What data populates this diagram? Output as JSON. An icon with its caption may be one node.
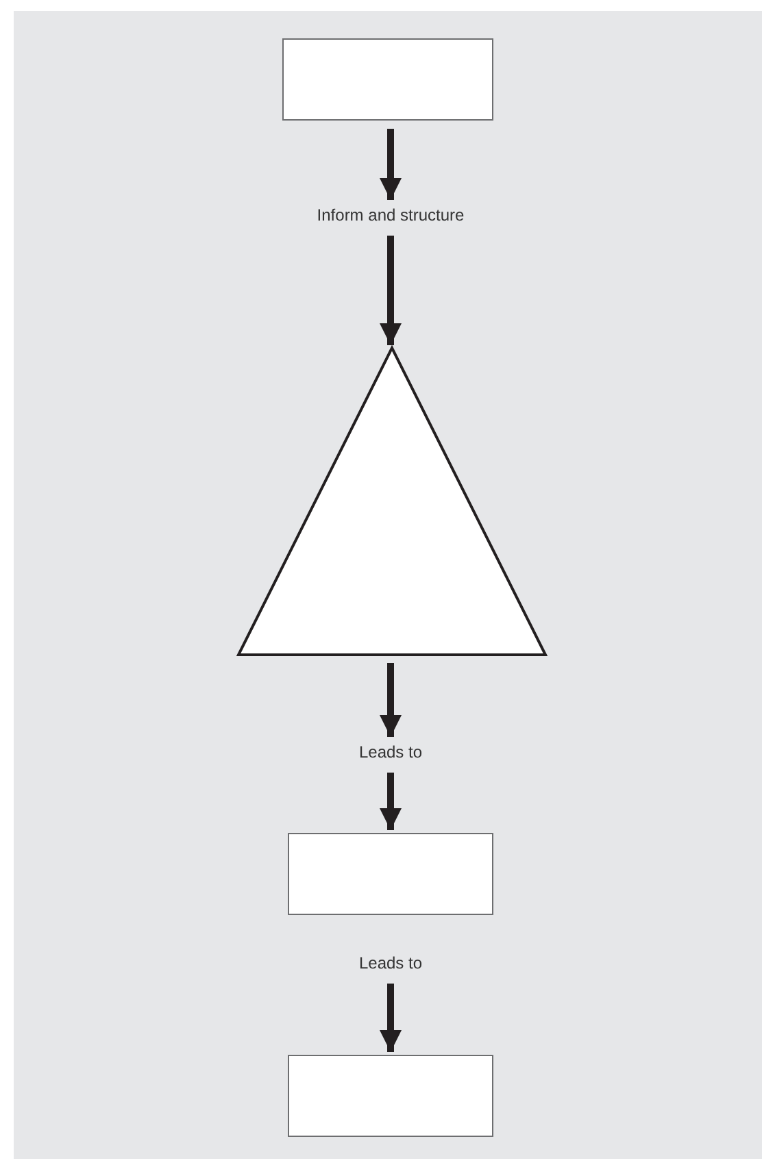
{
  "diagram": {
    "nodes": [
      {
        "text": [],
        "shape": "box"
      },
      {
        "text": [
          "Inform and structure"
        ]
      },
      {
        "text": [],
        "shape": "triangle"
      },
      {
        "text": [
          "Leads to"
        ]
      },
      {
        "text": [],
        "shape": "box"
      },
      {
        "text": [
          "Leads to"
        ]
      },
      {
        "text": [],
        "shape": "box"
      }
    ],
    "edges": [
      {
        "from": 0,
        "to": 1,
        "arrow": "to"
      },
      {
        "from": 1,
        "to": 2,
        "arrow": "to"
      },
      {
        "from": 2,
        "to": 3,
        "arrow": "to"
      },
      {
        "from": 3,
        "to": 4,
        "arrow": "to"
      },
      {
        "from": 5,
        "to": 6,
        "arrow": "to"
      }
    ]
  }
}
